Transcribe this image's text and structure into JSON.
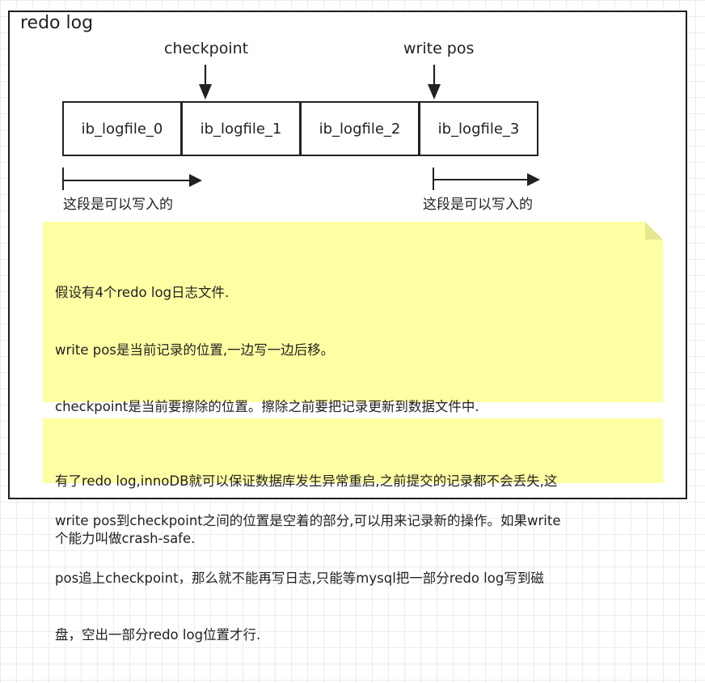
{
  "frame": {
    "title": "redo log"
  },
  "markers": {
    "checkpoint": "checkpoint",
    "write_pos": "write pos"
  },
  "logfiles": [
    "ib_logfile_0",
    "ib_logfile_1",
    "ib_logfile_2",
    "ib_logfile_3"
  ],
  "writable": {
    "left": "这段是可以写入的",
    "right": "这段是可以写入的"
  },
  "note1": {
    "lines": [
      "假设有4个redo log日志文件.",
      "write pos是当前记录的位置,一边写一边后移。",
      "checkpoint是当前要擦除的位置。擦除之前要把记录更新到数据文件中.",
      "",
      "write pos到checkpoint之间的位置是空着的部分,可以用来记录新的操作。如果write",
      "pos追上checkpoint，那么就不能再写日志,只能等mysql把一部分redo log写到磁",
      "盘，空出一部分redo log位置才行."
    ]
  },
  "note2": {
    "lines": [
      "有了redo log,innoDB就可以保证数据库发生异常重启,之前提交的记录都不会丢失,这",
      "个能力叫做crash-safe."
    ]
  },
  "colors": {
    "note_fill": "#ffffa3",
    "note_fold": "#e0e08a",
    "stroke": "#222222",
    "grid": "#ececec"
  }
}
